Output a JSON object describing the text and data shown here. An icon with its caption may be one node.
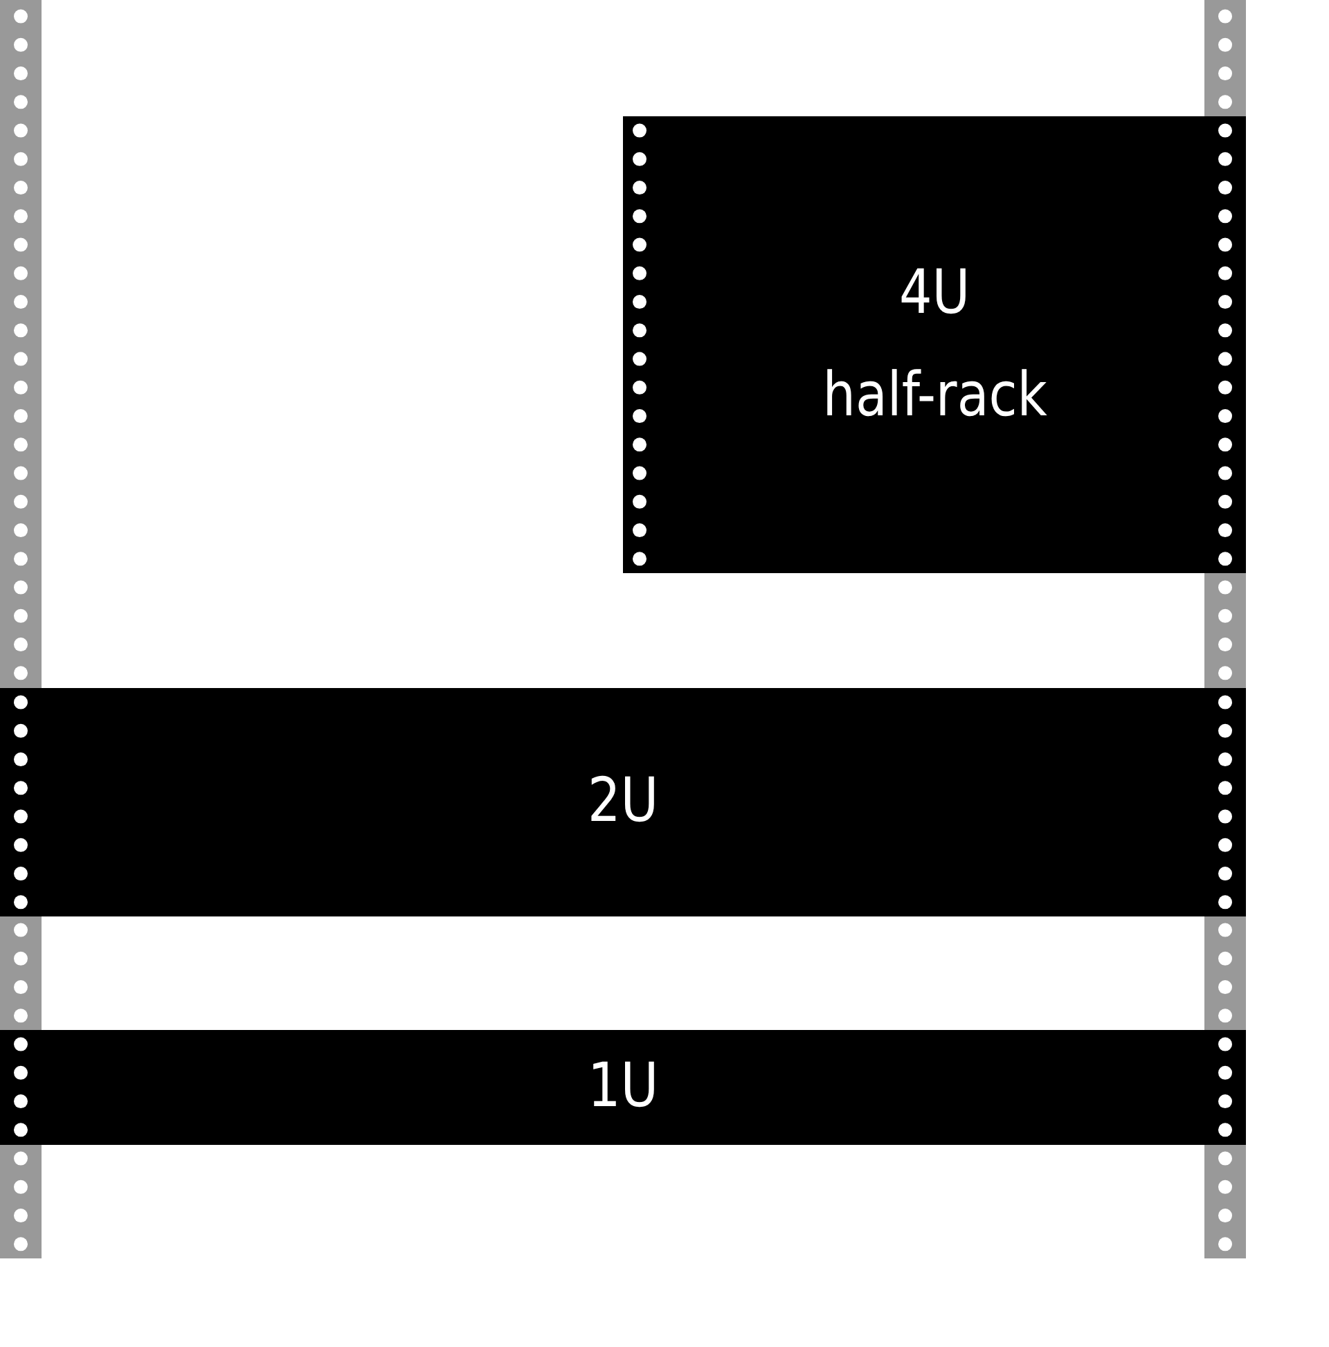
{
  "diagram": {
    "nodes": [
      {
        "text": [
          "4U",
          "half-rack"
        ]
      },
      {
        "text": [
          "2U"
        ]
      },
      {
        "text": [
          "1U"
        ]
      }
    ]
  }
}
